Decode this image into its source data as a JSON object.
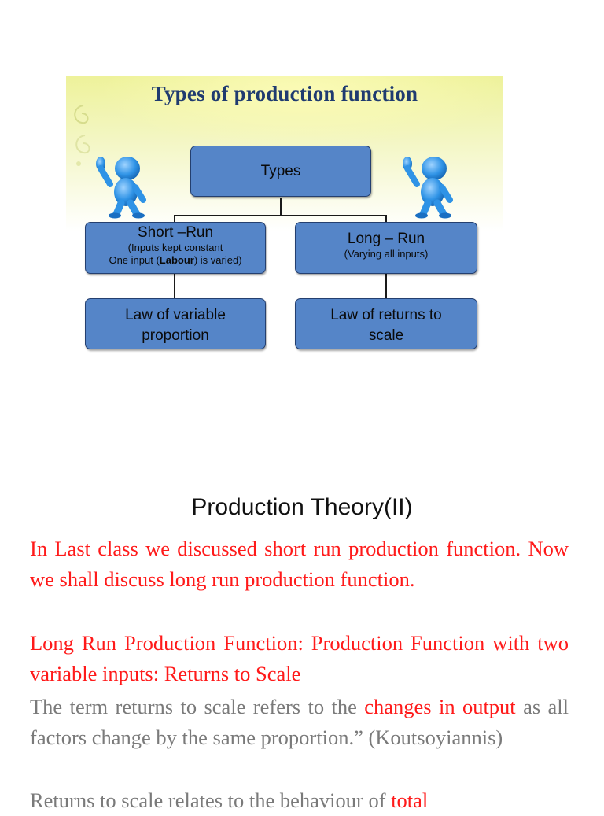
{
  "slide": {
    "title": "Types of production function",
    "root": "Types",
    "short_run": {
      "title": "Short –Run",
      "note1": "(Inputs kept constant",
      "note2_pre": "One input (",
      "note2_bold": "Labour",
      "note2_post": ") is varied)"
    },
    "long_run": {
      "title": "Long – Run",
      "note": "(Varying all inputs)"
    },
    "law_variable": {
      "line1": "Law of variable",
      "line2": "proportion"
    },
    "law_returns": {
      "line1": "Law of returns to",
      "line2": "scale"
    },
    "colors": {
      "box": "#5585c8",
      "title": "#1f3b70",
      "figure": "#2f93e6"
    }
  },
  "document": {
    "heading": "Production Theory(II)",
    "para1": "In Last class we discussed short run production function. Now we shall discuss long run production function.",
    "para2": "Long Run Production Function: Production Function with two variable inputs: Returns to Scale",
    "para3": {
      "part1": "The term returns to scale refers to the ",
      "part2_red": "changes in output",
      "part3": " as all factors change by the same proportion.” (Koutsoyiannis)"
    },
    "para4": {
      "part1": "Returns to scale relates to the behaviour of ",
      "part2_red": "total"
    },
    "colors": {
      "red": "#ff1a1a",
      "grey": "#7a7a7a"
    }
  }
}
